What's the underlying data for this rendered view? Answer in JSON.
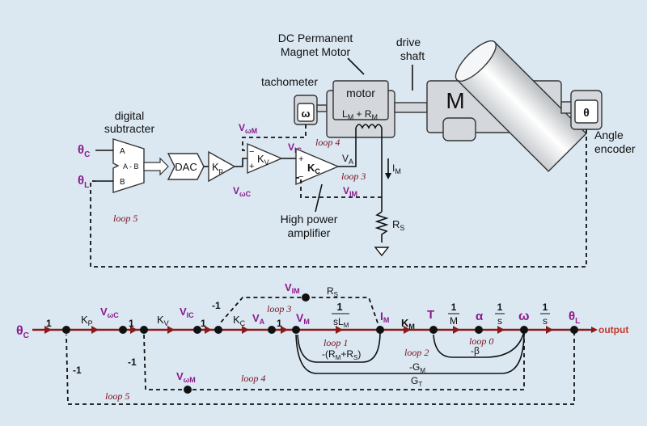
{
  "hardware": {
    "motor_title_line1": "DC Permanent",
    "motor_title_line2": "Magnet Motor",
    "drive_shaft_line1": "drive",
    "drive_shaft_line2": "shaft",
    "tachometer": "tachometer",
    "motor": "motor",
    "motor_params": "L",
    "motor_params_sub1": "M",
    "motor_params_plus": " + R",
    "motor_params_sub2": "M",
    "load_mass": "M",
    "omega_symbol": "ω",
    "theta_symbol": "θ",
    "angle_encoder_line1": "Angle",
    "angle_encoder_line2": "encoder",
    "digital_subtracter_line1": "digital",
    "digital_subtracter_line2": "subtracter",
    "subtracter_in_a": "A",
    "subtracter_op": "A - B",
    "subtracter_in_b": "B",
    "dac": "DAC",
    "kp": "K",
    "kp_sub": "p",
    "kv": "K",
    "kv_sub": "V",
    "kc": "K",
    "kc_sub": "C",
    "va": "V",
    "va_sub": "A",
    "im": "I",
    "im_sub": "M",
    "rs": "R",
    "rs_sub": "S",
    "amp_line1": "High power",
    "amp_line2": "amplifier",
    "theta_c": "θ",
    "theta_c_sub": "C",
    "theta_l": "θ",
    "theta_l_sub": "L",
    "v_omega_m": "V",
    "v_omega_m_sub": "ωM",
    "v_omega_c": "V",
    "v_omega_c_sub": "ωC",
    "v_ic": "V",
    "v_ic_sub": "IC",
    "v_im": "V",
    "v_im_sub": "IM",
    "plus": "+",
    "minus": "−",
    "loop4": "loop 4",
    "loop3": "loop 3",
    "loop5": "loop 5"
  },
  "flow_graph": {
    "theta_c": "θ",
    "theta_c_sub": "C",
    "gain_1a": "1",
    "kp": "K",
    "kp_sub": "P",
    "v_omega_c": "V",
    "v_omega_c_sub": "ωC",
    "gain_1b": "1",
    "kv": "K",
    "kv_sub": "V",
    "v_ic": "V",
    "v_ic_sub": "IC",
    "gain_1c": "1",
    "kc": "K",
    "kc_sub": "C",
    "v_a": "V",
    "v_a_sub": "A",
    "gain_1d": "1",
    "v_m": "V",
    "v_m_sub": "M",
    "frac1_num": "1",
    "frac1_den": "sL",
    "frac1_den_sub": "M",
    "i_m": "I",
    "i_m_sub": "M",
    "k_m": "K",
    "k_m_sub": "M",
    "t": "T",
    "frac2_num": "1",
    "frac2_den": "M",
    "alpha": "α",
    "frac3_num": "1",
    "frac3_den": "s",
    "omega": "ω",
    "frac4_num": "1",
    "frac4_den": "s",
    "theta_l": "θ",
    "theta_l_sub": "L",
    "output": "output",
    "v_im": "V",
    "v_im_sub": "IM",
    "rs": "R",
    "rs_sub": "S",
    "neg1_top": "-1",
    "loop3": "loop 3",
    "loop1": "loop 1",
    "rm_rs": "-(R",
    "rm_rs_sub1": "M",
    "rm_rs_mid": "+R",
    "rm_rs_sub2": "S",
    "rm_rs_end": ")",
    "loop2": "loop 2",
    "loop0": "loop 0",
    "neg_beta": "-β",
    "neg_gm": "-G",
    "neg_gm_sub": "M",
    "gt": "G",
    "gt_sub": "T",
    "neg1_left": "-1",
    "neg1_mid": "-1",
    "v_omega_m": "V",
    "v_omega_m_sub": "ωM",
    "loop4": "loop 4",
    "loop5": "loop 5"
  }
}
